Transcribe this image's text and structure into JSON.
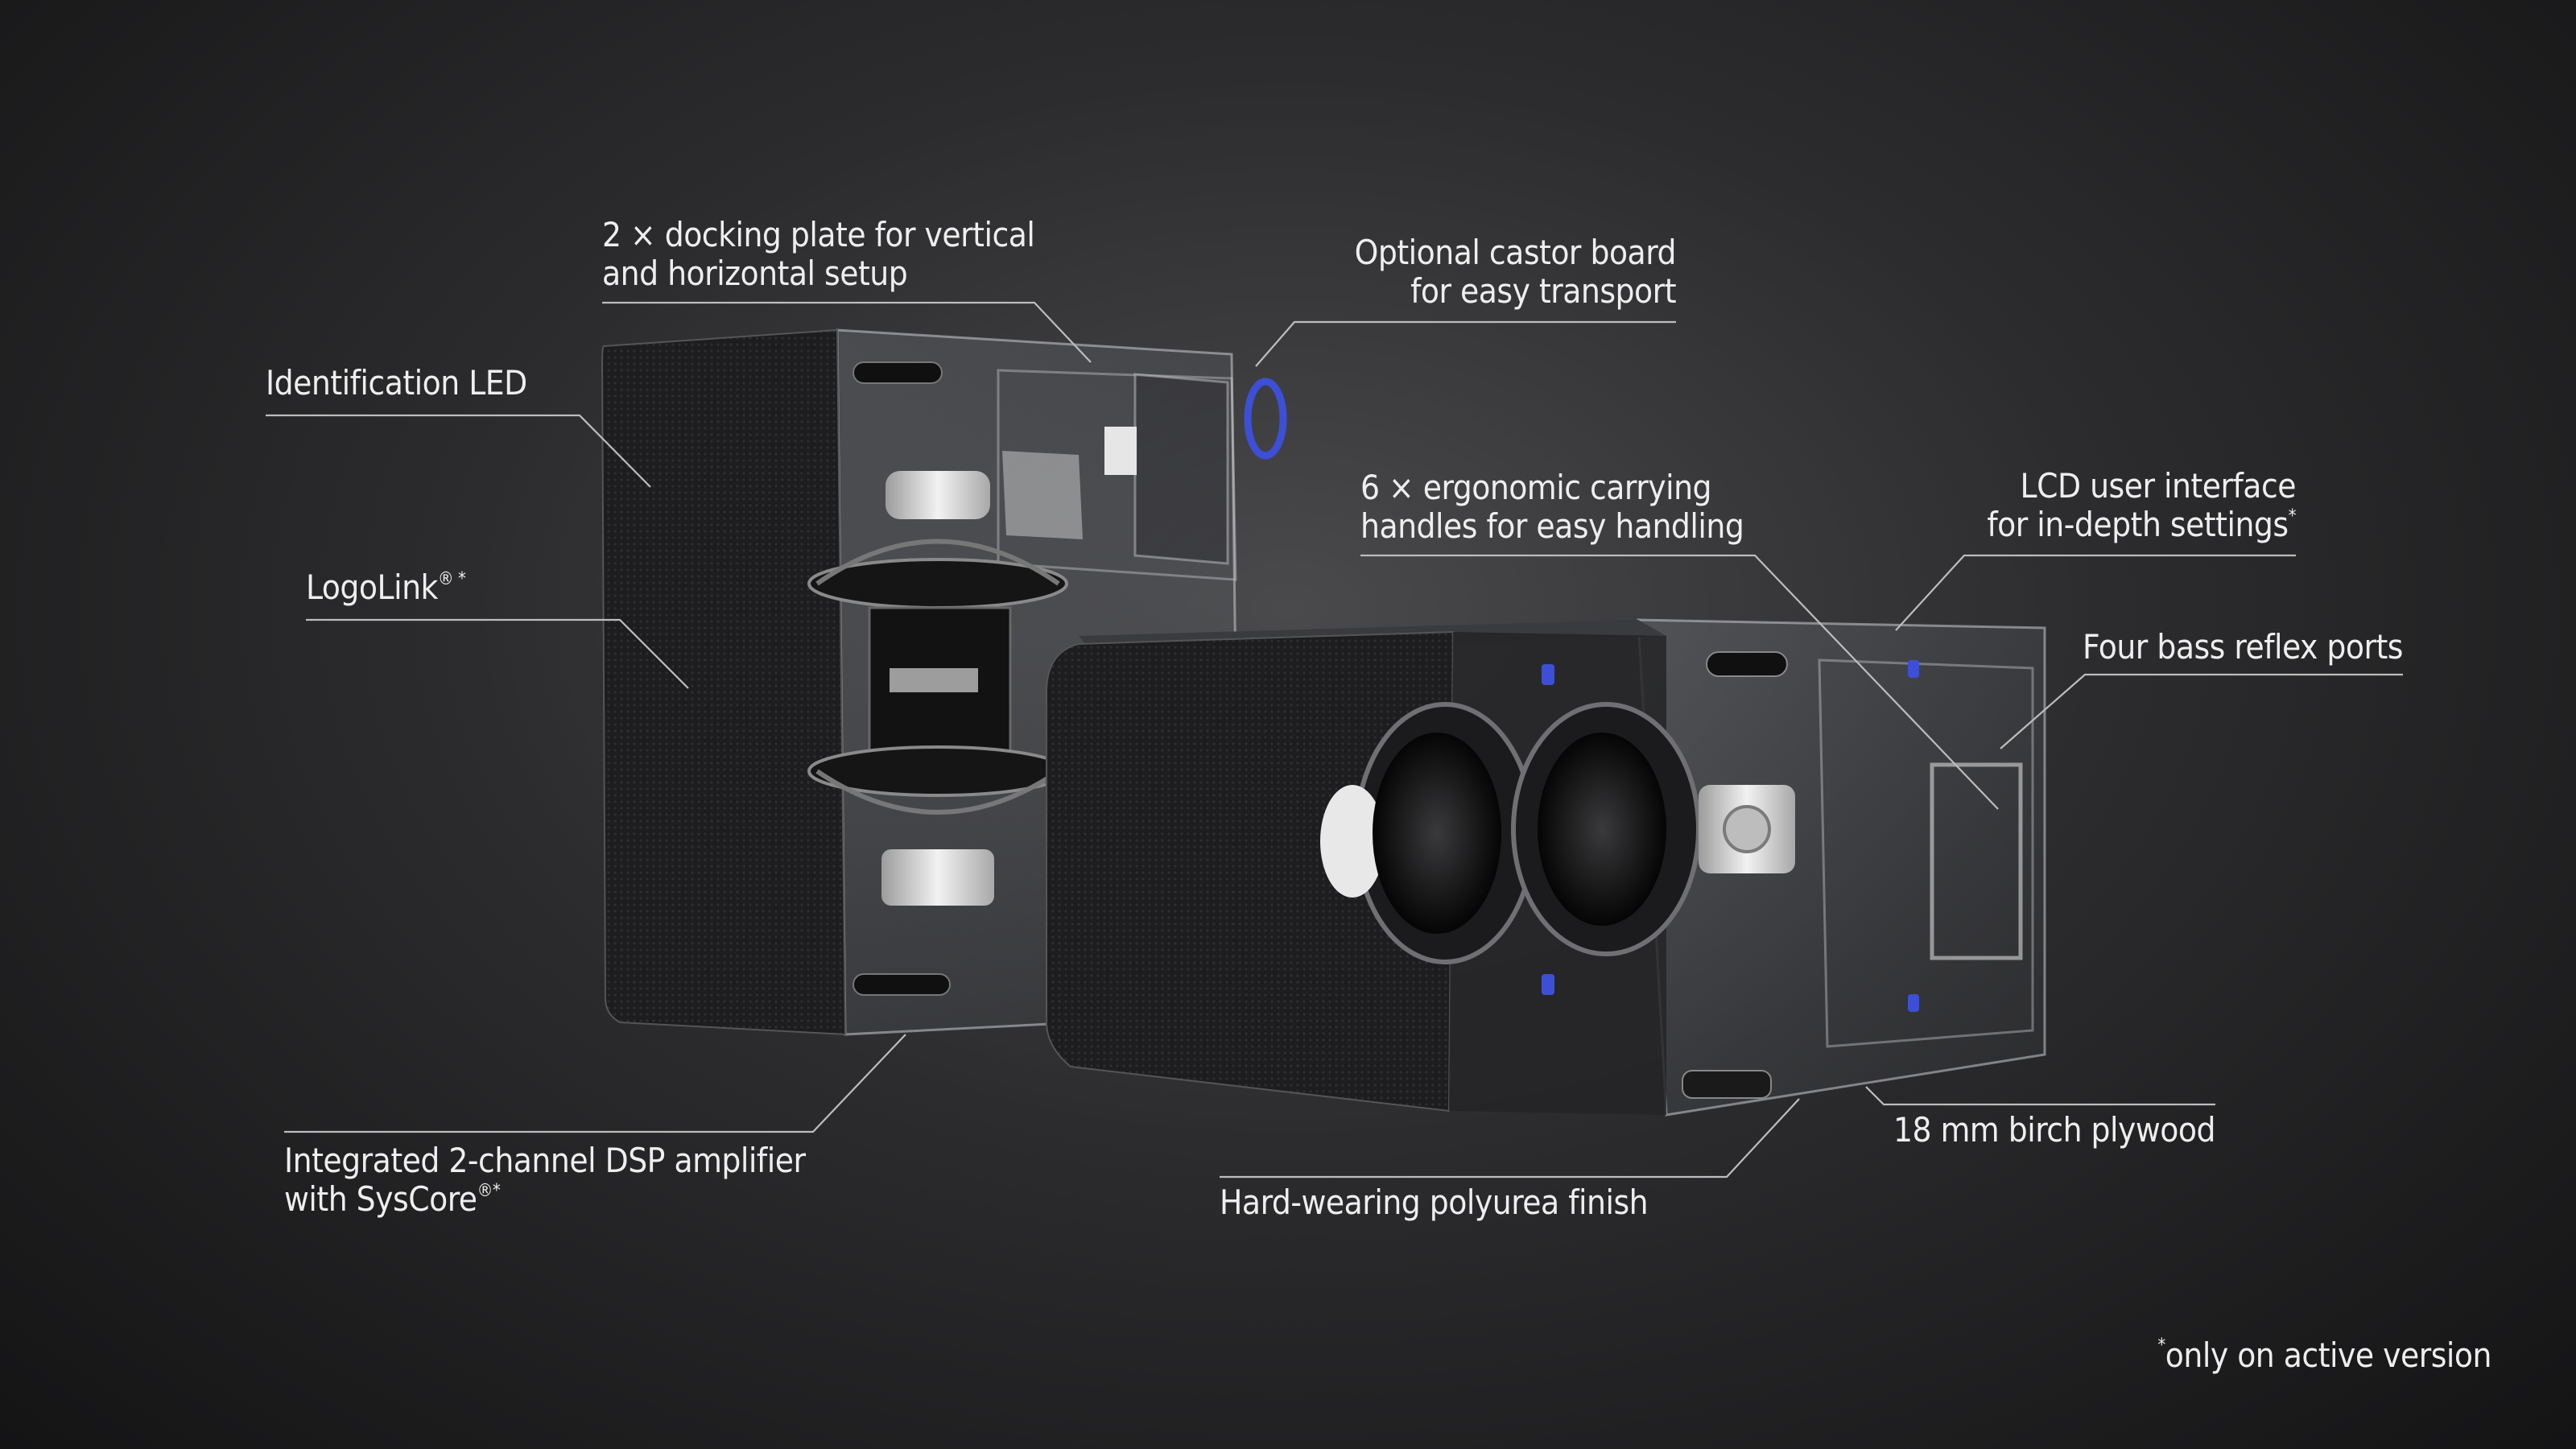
{
  "callouts": {
    "docking_plate": {
      "line1": "2 × docking plate for vertical",
      "line2": "and horizontal setup"
    },
    "castor_board": {
      "line1": "Optional castor board",
      "line2": "for easy transport"
    },
    "identification_led": {
      "line1": "Identification LED"
    },
    "logolink": {
      "text": "LogoLink",
      "mark": "® *"
    },
    "carrying_handles": {
      "line1": "6 × ergonomic carrying",
      "line2": "handles for easy handling"
    },
    "lcd_interface": {
      "line1": "LCD user interface",
      "line2": "for in-depth settings",
      "mark": "*"
    },
    "bass_reflex": {
      "line1": "Four bass reflex ports"
    },
    "dsp_amplifier": {
      "line1": "Integrated 2-channel DSP amplifier",
      "line2": "with SysCore",
      "mark": "®*"
    },
    "polyurea_finish": {
      "line1": "Hard-wearing polyurea finish"
    },
    "birch_plywood": {
      "line1": "18 mm birch plywood"
    }
  },
  "footnote": {
    "mark": "*",
    "text": "only on active version"
  },
  "colors": {
    "background": "#2c2c2e",
    "text": "#eeeeee",
    "leader_line": "#bdbdbd",
    "accent_blue": "#3d4fd6"
  }
}
